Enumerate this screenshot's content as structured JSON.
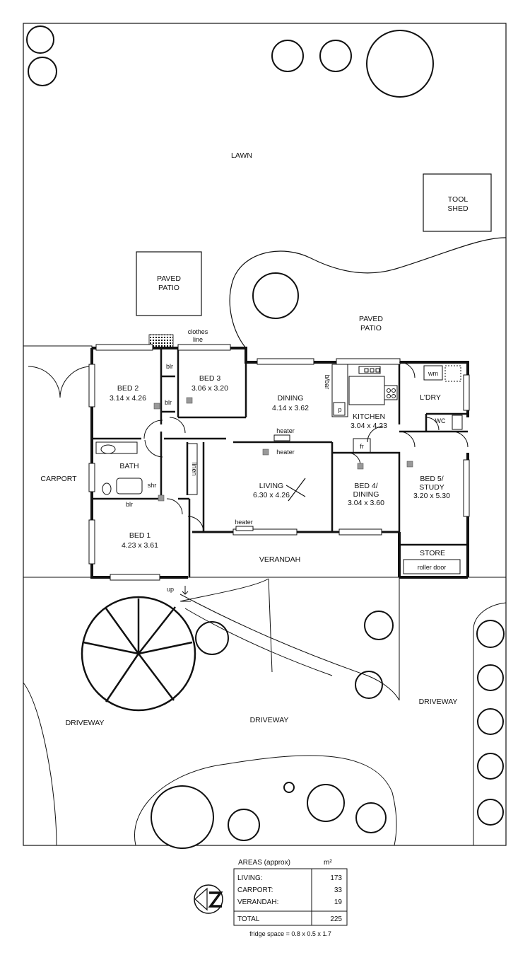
{
  "site": {
    "lawn": "LAWN",
    "tool_shed": [
      "TOOL",
      "SHED"
    ],
    "paved_patio_left": [
      "PAVED",
      "PATIO"
    ],
    "paved_patio_right": [
      "PAVED",
      "PATIO"
    ],
    "clothes_line": [
      "clothes",
      "line"
    ],
    "carport": "CARPORT",
    "verandah": "VERANDAH",
    "driveway_left": "DRIVEWAY",
    "driveway_center": "DRIVEWAY",
    "driveway_right": "DRIVEWAY",
    "up": "up"
  },
  "rooms": {
    "bed2": {
      "name": "BED 2",
      "size": "3.14 x 4.26"
    },
    "bed3": {
      "name": "BED 3",
      "size": "3.06 x 3.20"
    },
    "dining": {
      "name": "DINING",
      "size": "4.14 x 3.62"
    },
    "kitchen": {
      "name": "KITCHEN",
      "size": "3.04 x 4.23"
    },
    "laundry": {
      "name": "L'DRY"
    },
    "bath": {
      "name": "BATH"
    },
    "living": {
      "name": "LIVING",
      "size": "6.30 x 4.26"
    },
    "bed4": {
      "name1": "BED 4/",
      "name2": "DINING",
      "size": "3.04 x 3.60"
    },
    "bed5": {
      "name1": "BED 5/",
      "name2": "STUDY",
      "size": "3.20 x 5.30"
    },
    "bed1": {
      "name": "BED 1",
      "size": "4.23 x 3.61"
    },
    "store": {
      "name": "STORE"
    }
  },
  "fixtures": {
    "blr_a": "blr",
    "blr_b": "blr",
    "blr_bath": "blr",
    "linen": "linen",
    "shr": "shr",
    "heater_1": "heater",
    "heater_2": "heater",
    "heater_3": "heater",
    "bbar": "b/bar",
    "pantry": "p",
    "fridge": "fr",
    "wm": "wm",
    "wc": "WC",
    "roller_door": "roller door"
  },
  "areas": {
    "title": "AREAS (approx)",
    "unit": "m²",
    "rows": [
      {
        "label": "LIVING:",
        "value": "173"
      },
      {
        "label": "CARPORT:",
        "value": "33"
      },
      {
        "label": "VERANDAH:",
        "value": "19"
      }
    ],
    "total_label": "TOTAL",
    "total_value": "225",
    "note": "fridge space = 0.8 x 0.5 x 1.7"
  },
  "north_icon": "north-arrow-icon",
  "colors": {
    "line": "#111111",
    "fixture_fill": "#999999",
    "background": "#ffffff"
  }
}
